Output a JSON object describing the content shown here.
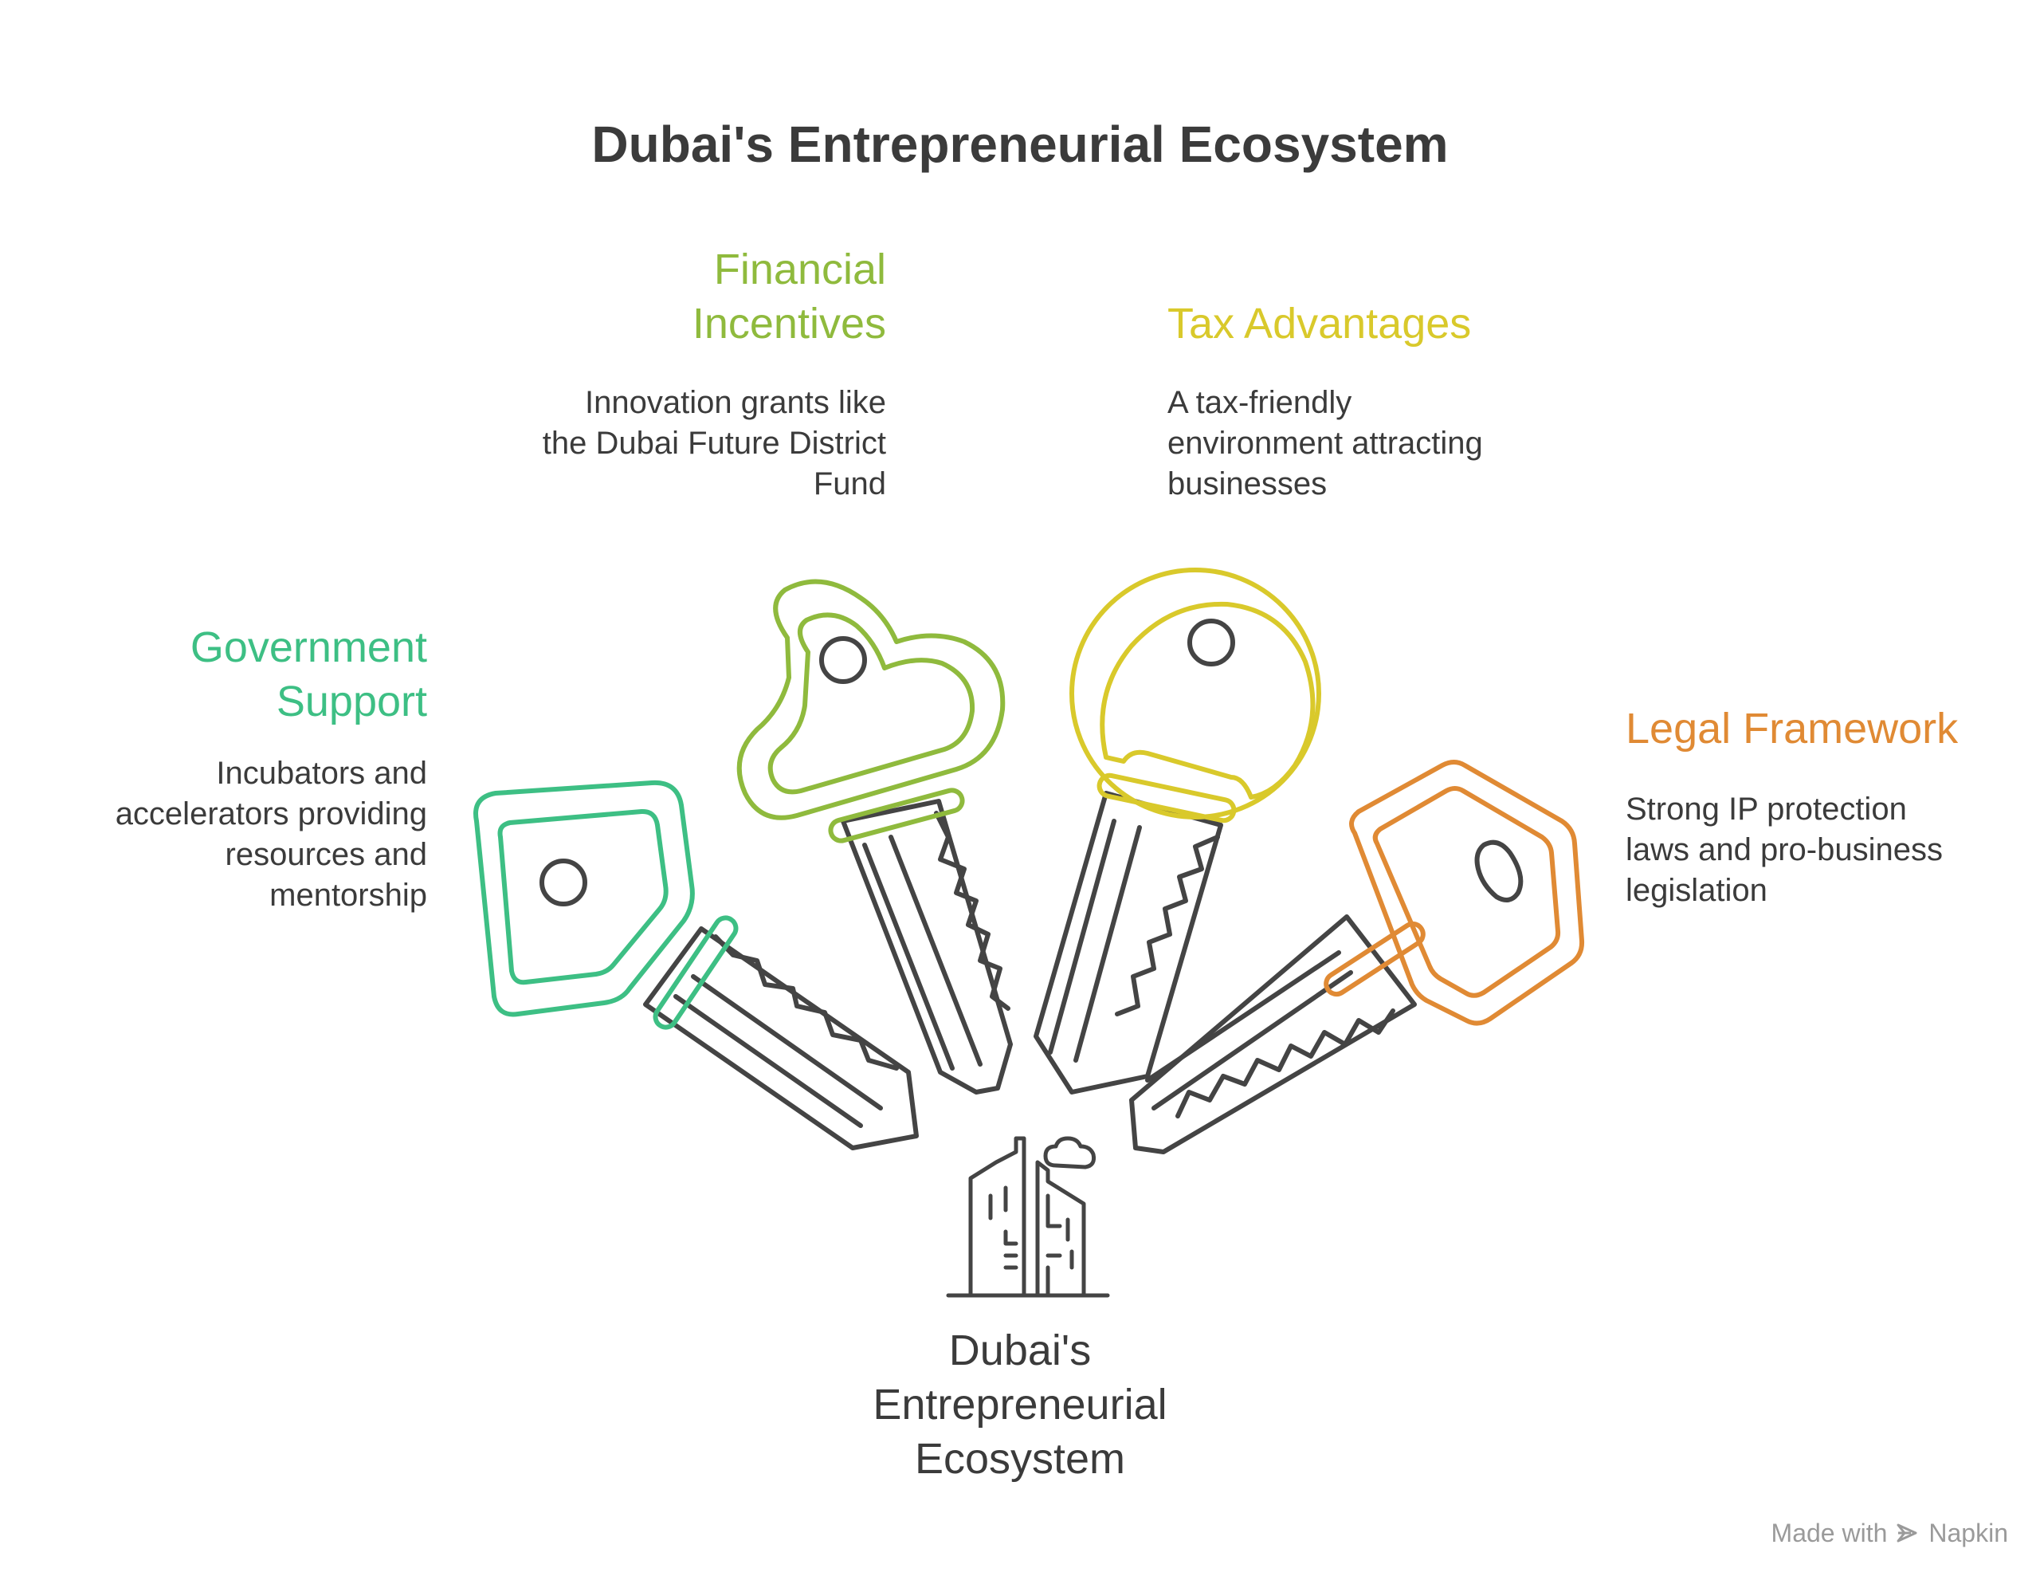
{
  "title": "Dubai's Entrepreneurial Ecosystem",
  "center": {
    "label": "Dubai's\nEntrepreneurial\nEcosystem"
  },
  "items": [
    {
      "id": "government-support",
      "heading": "Government\nSupport",
      "description": "Incubators and\naccelerators providing\nresources and\nmentorship",
      "color": "#3dbf84"
    },
    {
      "id": "financial-incentives",
      "heading": "Financial\nIncentives",
      "description": "Innovation grants like\nthe Dubai Future District\nFund",
      "color": "#8fba3d"
    },
    {
      "id": "tax-advantages",
      "heading": "Tax Advantages",
      "description": "A tax-friendly\nenvironment attracting\nbusinesses",
      "color": "#d9c92b"
    },
    {
      "id": "legal-framework",
      "heading": "Legal Framework",
      "description": "Strong IP protection\nlaws and pro-business\nlegislation",
      "color": "#e08a34"
    }
  ],
  "colors": {
    "text": "#3b3b3b",
    "key_body": "#444444"
  },
  "icons": [
    "city-skyline-icon",
    "cloud-icon",
    "napkin-logo-icon"
  ],
  "footer": {
    "made_with": "Made with",
    "brand": "Napkin"
  }
}
